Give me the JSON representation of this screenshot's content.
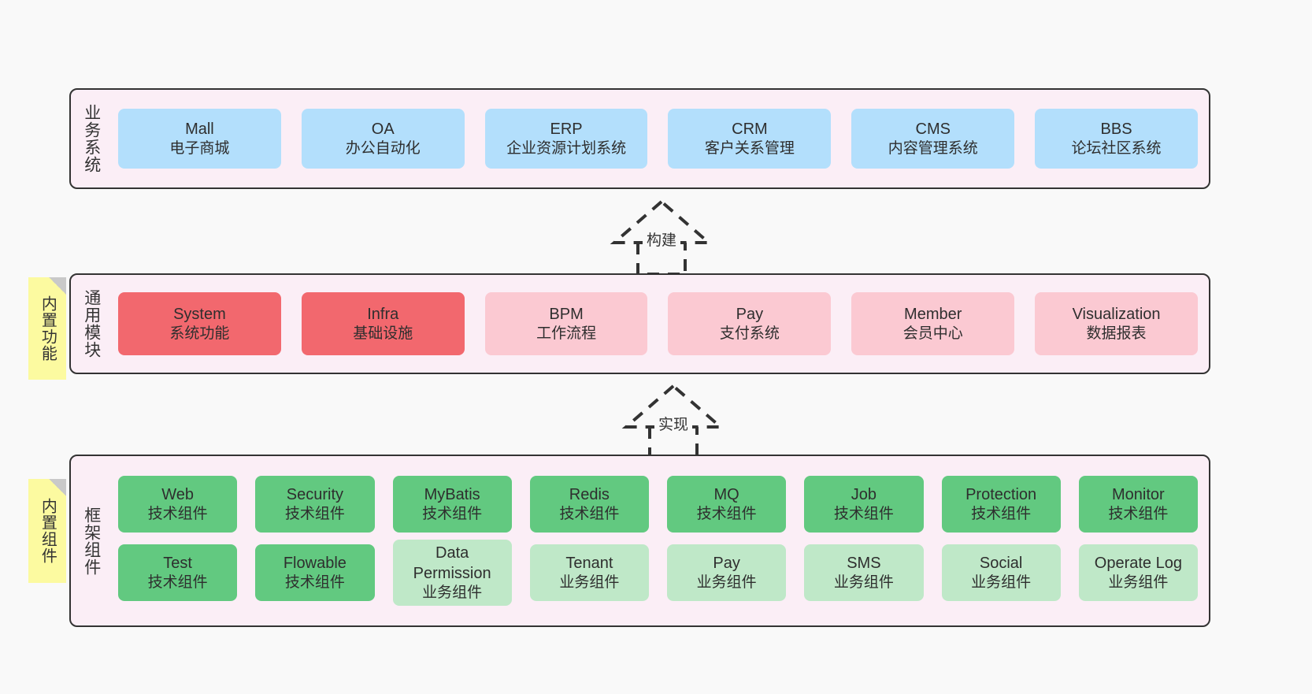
{
  "layers": [
    {
      "id": "business",
      "title": "业务系统",
      "nodes": [
        {
          "title": "Mall",
          "sub": "电子商城",
          "color": "#b3dffc"
        },
        {
          "title": "OA",
          "sub": "办公自动化",
          "color": "#b3dffc"
        },
        {
          "title": "ERP",
          "sub": "企业资源计划系统",
          "color": "#b3dffc"
        },
        {
          "title": "CRM",
          "sub": "客户关系管理",
          "color": "#b3dffc"
        },
        {
          "title": "CMS",
          "sub": "内容管理系统",
          "color": "#b3dffc"
        },
        {
          "title": "BBS",
          "sub": "论坛社区系统",
          "color": "#b3dffc"
        }
      ]
    },
    {
      "id": "modules",
      "title": "通用模块",
      "sticky": "内置功能",
      "nodes": [
        {
          "title": "System",
          "sub": "系统功能",
          "color": "#f2686e"
        },
        {
          "title": "Infra",
          "sub": "基础设施",
          "color": "#f2686e"
        },
        {
          "title": "BPM",
          "sub": "工作流程",
          "color": "#fbc9d2"
        },
        {
          "title": "Pay",
          "sub": "支付系统",
          "color": "#fbc9d2"
        },
        {
          "title": "Member",
          "sub": "会员中心",
          "color": "#fbc9d2"
        },
        {
          "title": "Visualization",
          "sub": "数据报表",
          "color": "#fbc9d2"
        }
      ]
    },
    {
      "id": "framework",
      "title": "框架组件",
      "sticky": "内置组件",
      "rows": [
        [
          {
            "title": "Web",
            "sub": "技术组件",
            "color": "#62c980"
          },
          {
            "title": "Security",
            "sub": "技术组件",
            "color": "#62c980"
          },
          {
            "title": "MyBatis",
            "sub": "技术组件",
            "color": "#62c980"
          },
          {
            "title": "Redis",
            "sub": "技术组件",
            "color": "#62c980"
          },
          {
            "title": "MQ",
            "sub": "技术组件",
            "color": "#62c980"
          },
          {
            "title": "Job",
            "sub": "技术组件",
            "color": "#62c980"
          },
          {
            "title": "Protection",
            "sub": "技术组件",
            "color": "#62c980"
          },
          {
            "title": "Monitor",
            "sub": "技术组件",
            "color": "#62c980"
          }
        ],
        [
          {
            "title": "Test",
            "sub": "技术组件",
            "color": "#62c980"
          },
          {
            "title": "Flowable",
            "sub": "技术组件",
            "color": "#62c980"
          },
          {
            "title": "Data Permission",
            "sub": "业务组件",
            "color": "#bfe8c8",
            "tall": true
          },
          {
            "title": "Tenant",
            "sub": "业务组件",
            "color": "#bfe8c8"
          },
          {
            "title": "Pay",
            "sub": "业务组件",
            "color": "#bfe8c8"
          },
          {
            "title": "SMS",
            "sub": "业务组件",
            "color": "#bfe8c8"
          },
          {
            "title": "Social",
            "sub": "业务组件",
            "color": "#bfe8c8"
          },
          {
            "title": "Operate Log",
            "sub": "业务组件",
            "color": "#bfe8c8"
          }
        ]
      ]
    }
  ],
  "connectors": [
    {
      "id": "build",
      "label": "构建"
    },
    {
      "id": "realize",
      "label": "实现"
    }
  ],
  "colors": {
    "canvas_background": "#f9f9f9",
    "layer_background": "#fbeef6",
    "layer_border": "#333333",
    "sticky_background": "#fcfaa0",
    "business_node": "#b3dffc",
    "module_core": "#f2686e",
    "module_optional": "#fbc9d2",
    "component_tech": "#62c980",
    "component_business": "#bfe8c8",
    "connector_stroke": "#333333"
  }
}
